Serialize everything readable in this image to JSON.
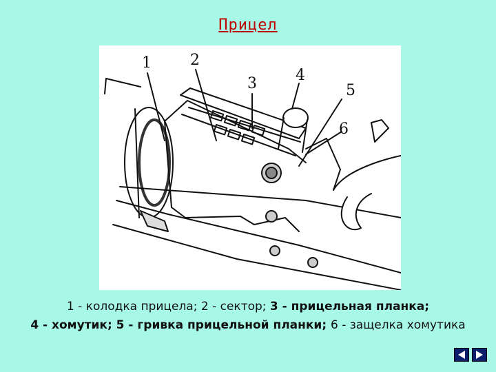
{
  "title": "Прицел",
  "figure": {
    "callouts": [
      "1",
      "2",
      "3",
      "4",
      "5",
      "6"
    ]
  },
  "caption": {
    "p1": "1 - колодка прицела; 2 - сектор; ",
    "p2": "3 - прицельная планка;",
    "p3": "4 - хомутик; 5 - гривка прицельной планки; ",
    "p4": "6 - защелка хомутика"
  },
  "nav": {
    "prev_icon": "triangle-left-icon",
    "next_icon": "triangle-right-icon",
    "color": "#0a1f6b"
  }
}
